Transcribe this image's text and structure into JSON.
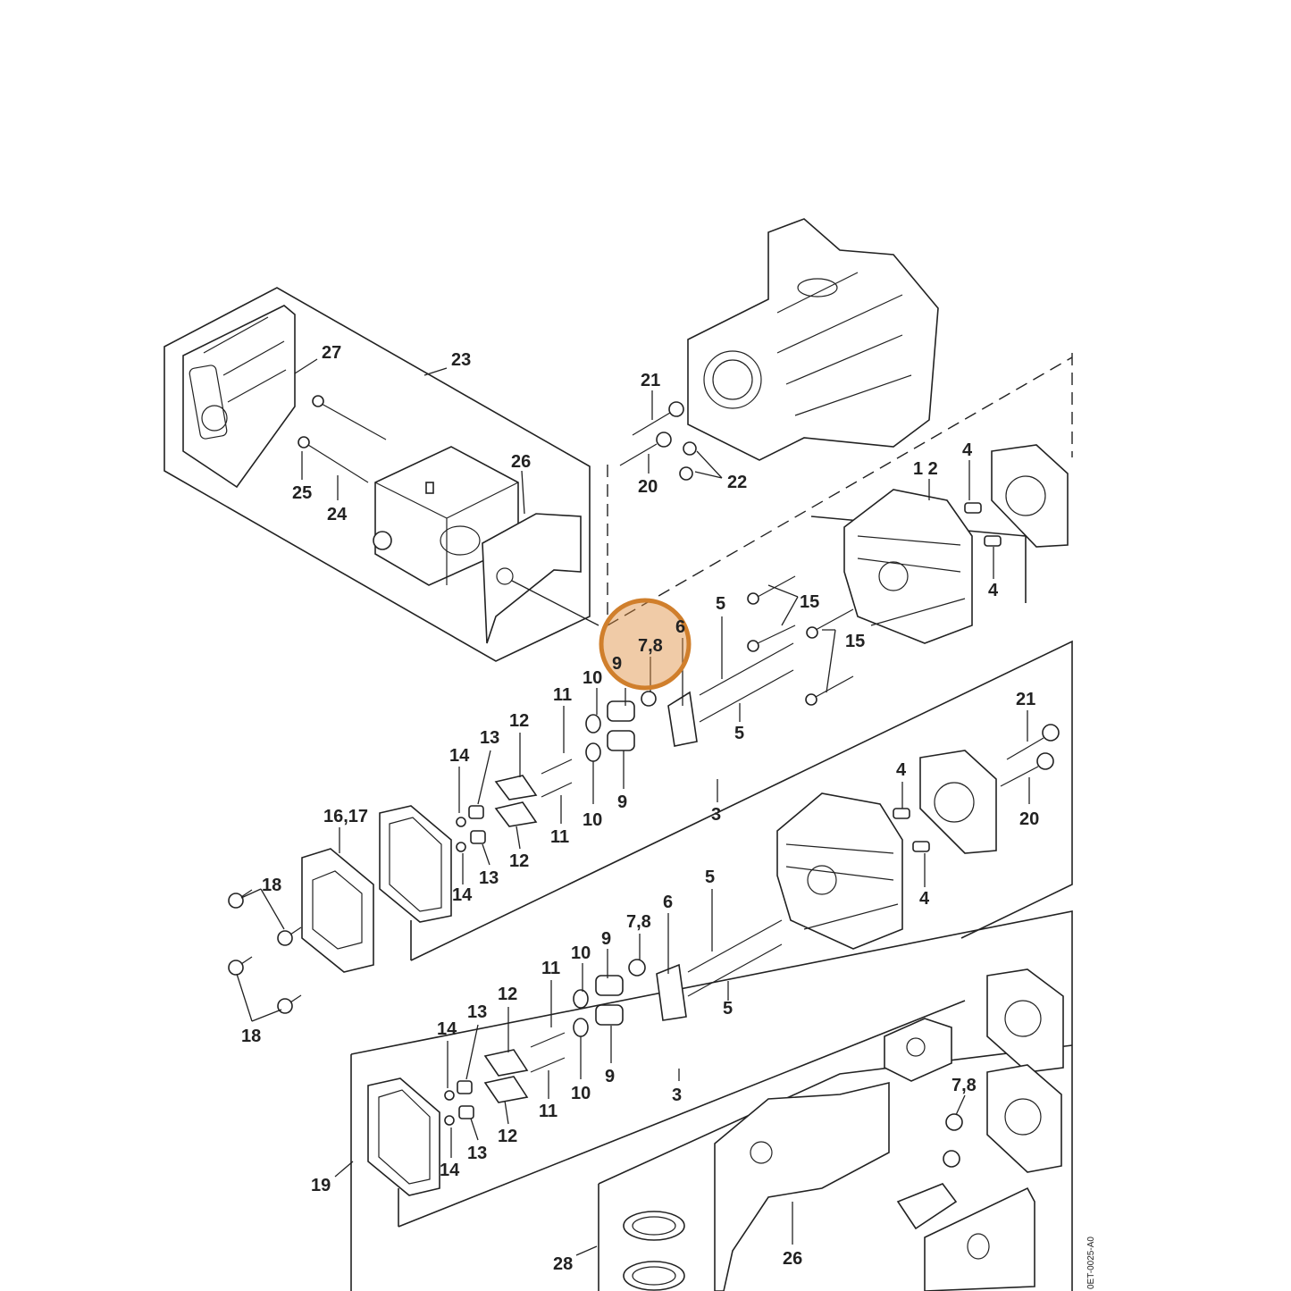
{
  "diagram": {
    "highlight_color": "#d07f2c",
    "reference_code": "0ET-0025-A0",
    "callouts": {
      "c27": "27",
      "c23": "23",
      "c26a": "26",
      "c25": "25",
      "c24": "24",
      "c21a": "21",
      "c20a": "20",
      "c22": "22",
      "c1_2": "1 2",
      "c4a": "4",
      "c4b": "4",
      "c5a": "5",
      "c15a": "15",
      "c15b": "15",
      "c5b": "5",
      "c6a": "6",
      "c78a": "7,8",
      "c9a": "9",
      "c10a": "10",
      "c11a": "11",
      "c12a": "12",
      "c13a": "13",
      "c14a": "14",
      "c11b": "11",
      "c10b": "10",
      "c9b": "9",
      "c3a": "3",
      "c1617": "16,17",
      "c12b": "12",
      "c13b": "13",
      "c14b": "14",
      "c18a": "18",
      "c18b": "18",
      "c21b": "21",
      "c20b": "20",
      "c4c": "4",
      "c4d": "4",
      "c5c": "5",
      "c6b": "6",
      "c78b": "7,8",
      "c9c": "9",
      "c10c": "10",
      "c11c": "11",
      "c12c": "12",
      "c13c": "13",
      "c14c": "14",
      "c5d": "5",
      "c9d": "9",
      "c10d": "10",
      "c11d": "11",
      "c12d": "12",
      "c13d": "13",
      "c14d": "14",
      "c3b": "3",
      "c19": "19",
      "c78c": "7,8",
      "c28": "28",
      "c26b": "26"
    }
  }
}
